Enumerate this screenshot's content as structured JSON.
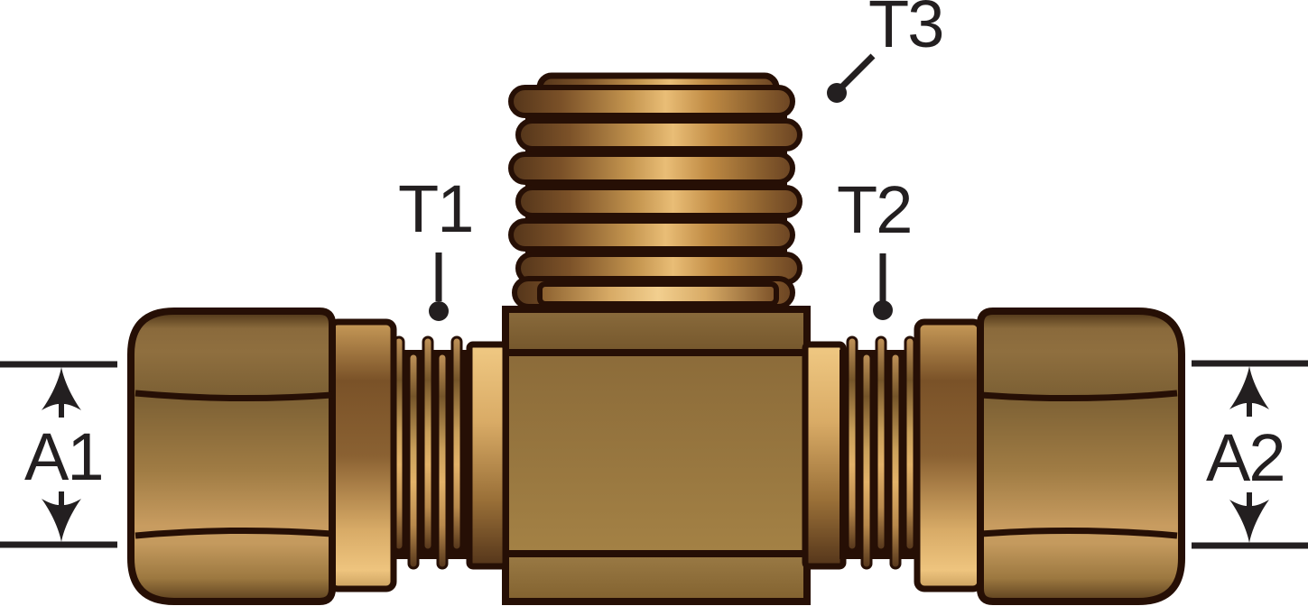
{
  "diagram": {
    "subject": "brass-compression-tee-fitting",
    "labels": {
      "t1": "T1",
      "t2": "T2",
      "t3": "T3",
      "a1": "A1",
      "a2": "A2"
    },
    "colors": {
      "background": "#ffffff",
      "outline": "#260f05",
      "annotation": "#231f20",
      "brass_highlight": "#e9bd76",
      "brass_mid": "#97763f",
      "brass_dark": "#54351a"
    }
  }
}
